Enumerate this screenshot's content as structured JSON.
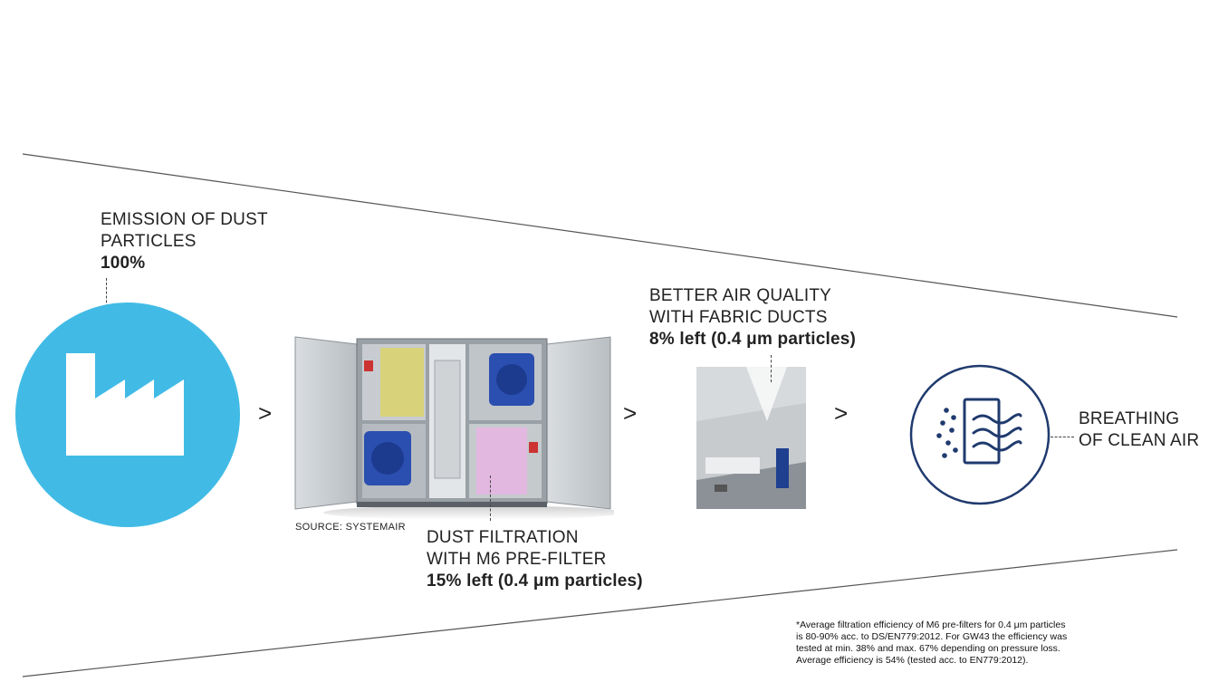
{
  "stages": {
    "emission": {
      "line1": "EMISSION OF DUST",
      "line2": "PARTICLES",
      "value": "100%",
      "icon": "factory-icon",
      "color": "#41bbe6"
    },
    "filtration": {
      "line1": "DUST FILTRATION",
      "line2": "WITH M6 PRE-FILTER",
      "value": "15% left (0.4 μm particles)",
      "source": "SOURCE: SYSTEMAIR"
    },
    "fabric_ducts": {
      "line1": "BETTER AIR QUALITY",
      "line2": "WITH FABRIC DUCTS",
      "value": "8% left (0.4 μm particles)"
    },
    "clean_air": {
      "line1": "BREATHING",
      "line2": "OF CLEAN AIR",
      "icon": "air-filter-icon",
      "color": "#1f3a6e"
    }
  },
  "arrows": [
    ">",
    ">",
    ">"
  ],
  "footnote": {
    "line1": "*Average filtration efficiency of M6 pre-filters for 0.4 μm particles",
    "line2": "is 80-90% acc. to DS/EN779:2012. For GW43 the efficiency was",
    "line3": "tested at min. 38% and max. 67% depending on pressure loss.",
    "line4": "Average efficiency is 54% (tested acc. to EN779:2012)."
  }
}
